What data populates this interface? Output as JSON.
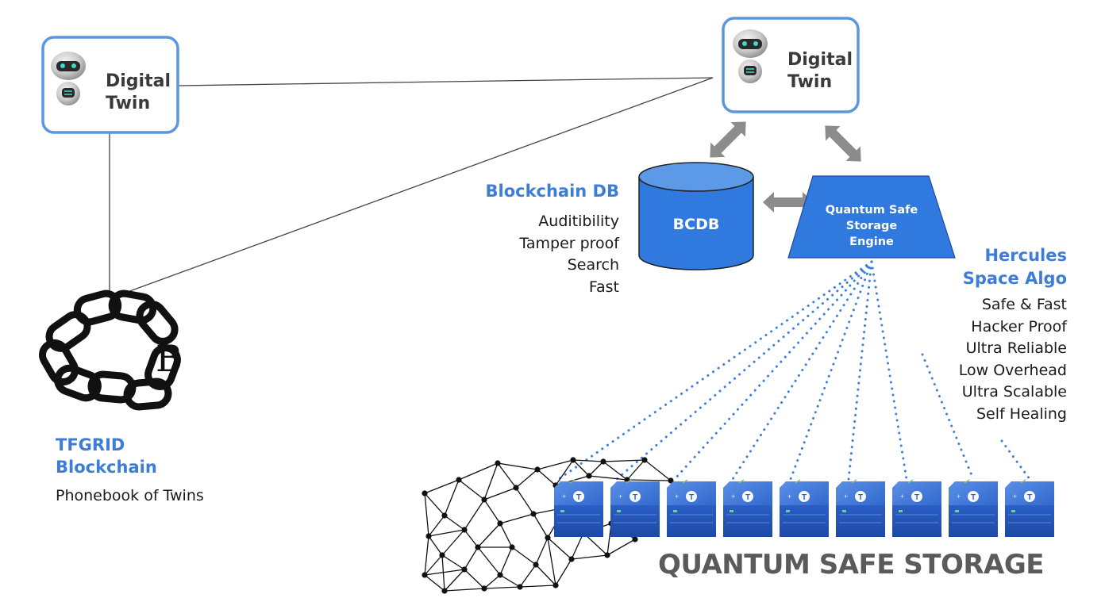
{
  "twin_left": {
    "line1": "Digital",
    "line2": "Twin"
  },
  "twin_right": {
    "line1": "Digital",
    "line2": "Twin"
  },
  "bcdb": {
    "label": "BCDB",
    "title": "Blockchain DB",
    "features": [
      "Auditibility",
      "Tamper proof",
      "Search",
      "Fast"
    ]
  },
  "engine": {
    "line1": "Quantum Safe",
    "line2": "Storage",
    "line3": "Engine"
  },
  "hercules": {
    "title1": "Hercules",
    "title2": "Space Algo",
    "features": [
      "Safe & Fast",
      "Hacker Proof",
      "Ultra Reliable",
      "Low Overhead",
      "Ultra Scalable",
      "Self Healing"
    ]
  },
  "tfgrid": {
    "title1": "TFGRID",
    "title2": "Blockchain",
    "subtitle": "Phonebook of Twins"
  },
  "storage": {
    "title": "QUANTUM SAFE STORAGE",
    "node_glyph": "T",
    "node_count": 9
  },
  "colors": {
    "accent": "#3d7dd6",
    "box_border": "#5b96e0",
    "arrow": "#8c8c8c",
    "node_fill": "#2c63c9"
  }
}
